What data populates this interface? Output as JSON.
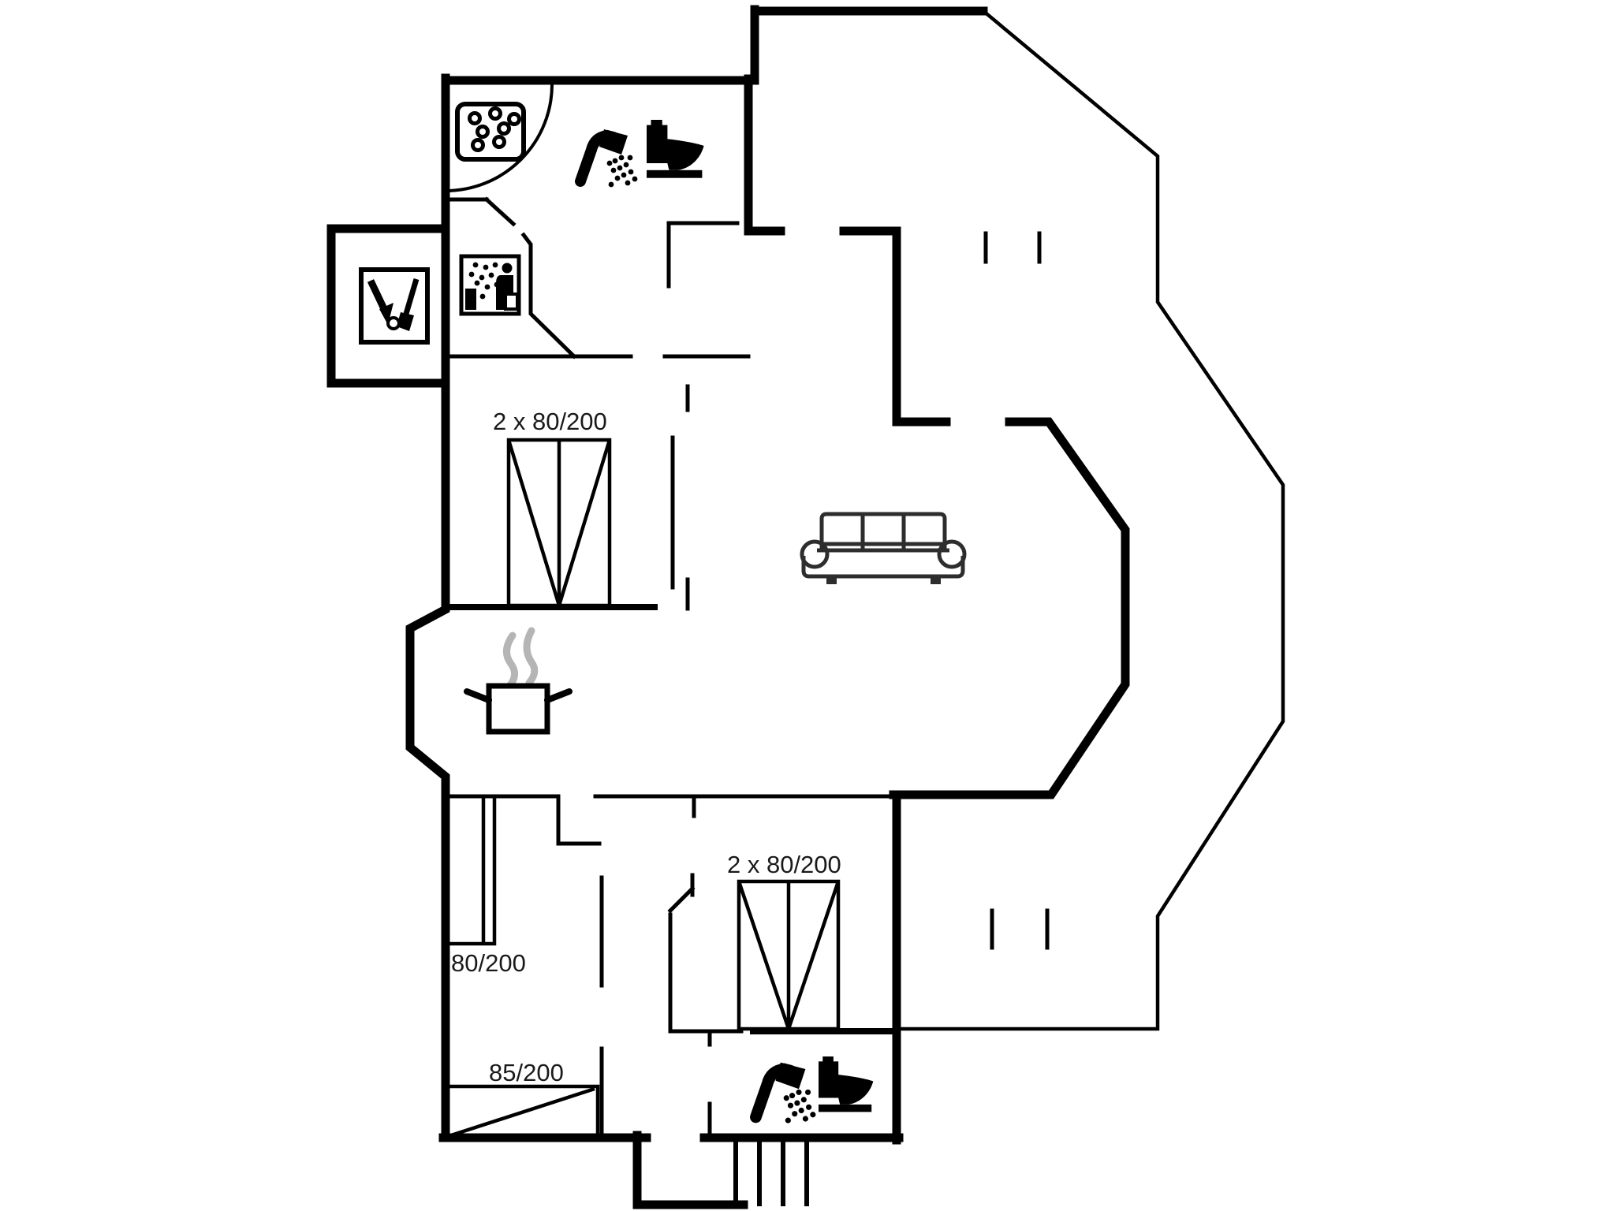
{
  "floorplan": {
    "type": "holiday-home-floor-plan",
    "background": "#ffffff",
    "colors": {
      "walls": "#000000",
      "labels": "#1a1a1a",
      "steam": "#b5b5b5",
      "sofa_outline": "#2d2d2d"
    },
    "labels": {
      "bed_double_top": "2 x 80/200",
      "bed_double_bottom": "2 x 80/200",
      "bed_single_left": "80/200",
      "bed_single_bottom": "85/200"
    },
    "icons": [
      "whirlpool-icon",
      "shower-icon",
      "toilet-icon",
      "sauna-icon",
      "cleaning-equipment-icon",
      "cooking-pot-icon",
      "steam-icon",
      "sofa-icon",
      "entrance-stairs",
      "door-swing-arc"
    ]
  }
}
